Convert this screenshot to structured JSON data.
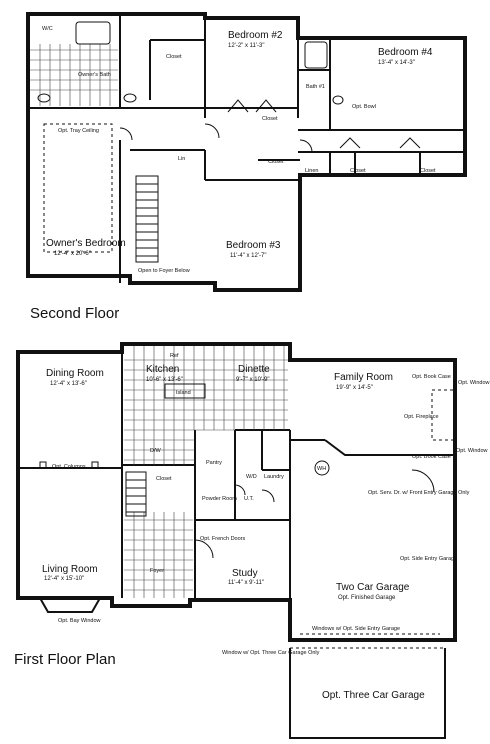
{
  "second_floor": {
    "title": "Second Floor",
    "rooms": [
      {
        "key": "bedroom2",
        "name": "Bedroom #2",
        "dim": "12'-2\" x 11'-3\""
      },
      {
        "key": "bedroom4",
        "name": "Bedroom #4",
        "dim": "13'-4\" x 14'-3\""
      },
      {
        "key": "bedroom3",
        "name": "Bedroom #3",
        "dim": "11'-4\" x 12'-7\""
      },
      {
        "key": "owners_bedroom",
        "name": "Owner's Bedroom",
        "dim": "12'-4\" x 20'-6\""
      }
    ],
    "labels": {
      "wic": "W/C",
      "owners_bath": "Owner's Bath",
      "closet_a": "Closet",
      "closet_b": "Closet",
      "bath1": "Bath #1",
      "opt_bowl": "Opt. Bowl",
      "linen_a": "Lin",
      "closet_c": "Closet",
      "linen_b": "Linen",
      "closet_d": "Closet",
      "closet_e": "Closet",
      "tray_ceiling": "Opt. Tray Ceiling",
      "open_foyer": "Open to Foyer Below"
    }
  },
  "first_floor": {
    "title": "First Floor Plan",
    "rooms": [
      {
        "key": "dining",
        "name": "Dining Room",
        "dim": "12'-4\" x 13'-6\""
      },
      {
        "key": "kitchen",
        "name": "Kitchen",
        "dim": "10'-6\" x 13'-6\""
      },
      {
        "key": "dinette",
        "name": "Dinette",
        "dim": "9'-7\" x 10'-9\""
      },
      {
        "key": "family",
        "name": "Family Room",
        "dim": "19'-9\" x 14'-5\""
      },
      {
        "key": "living",
        "name": "Living Room",
        "dim": "12'-4\" x 15'-10\""
      },
      {
        "key": "study",
        "name": "Study",
        "dim": "11'-4\" x 9'-11\""
      },
      {
        "key": "garage",
        "name": "Two Car Garage",
        "dim": "Opt. Finished Garage"
      },
      {
        "key": "garage3",
        "name": "Opt. Three Car Garage",
        "dim": ""
      }
    ],
    "labels": {
      "ref": "Ref",
      "island": "Island",
      "opt_columns": "Opt. Columns",
      "pantry": "Pantry",
      "closet": "Closet",
      "dw": "D/W",
      "wd": "W/D",
      "laundry": "Laundry",
      "powder_room": "Powder Room",
      "ut": "U.T.",
      "wh": "WH",
      "opt_bay": "Opt. Bay Window",
      "opt_french": "Opt. French Doors",
      "foyer": "Foyer",
      "opt_book_case_1": "Opt. Book Case",
      "opt_fireplace": "Opt. Fireplace",
      "opt_book_case_2": "Opt. Book Case",
      "opt_window_1": "Opt. Window",
      "opt_window_2": "Opt. Window",
      "opt_serv_dr": "Opt. Serv. Dr. w/ Front Entry Garage Only",
      "opt_side_entry": "Opt. Side Entry Garage",
      "windows_note": "Windows w/ Opt. Side Entry Garage",
      "window_note": "Window w/ Opt. Three Car Garage Only"
    }
  }
}
